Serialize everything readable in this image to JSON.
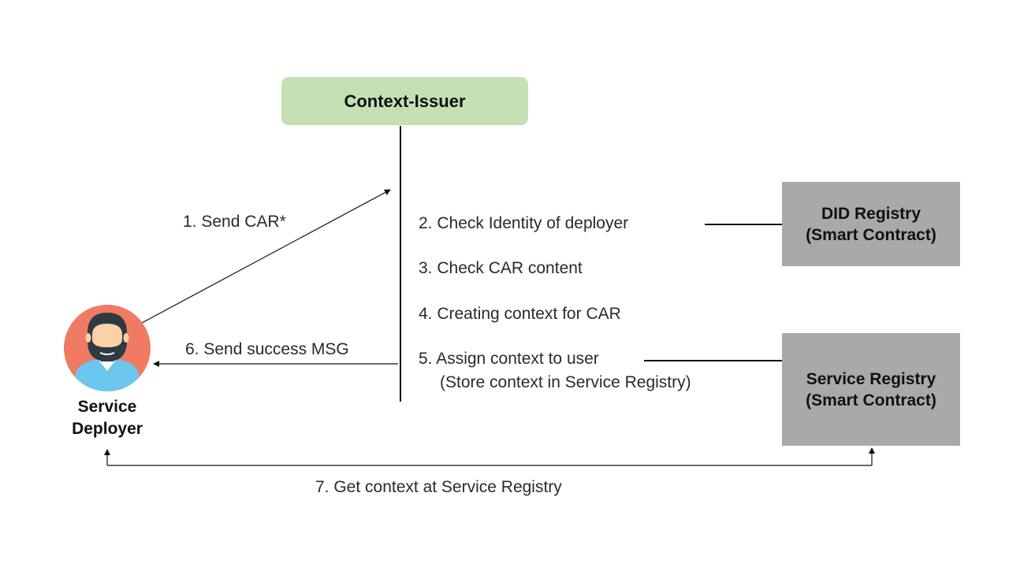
{
  "context_issuer": {
    "label": "Context-Issuer"
  },
  "did_registry": {
    "line1": "DID Registry",
    "line2": "(Smart Contract)"
  },
  "service_registry": {
    "line1": "Service Registry",
    "line2": "(Smart Contract)"
  },
  "service_deployer": {
    "line1": "Service",
    "line2": "Deployer",
    "avatar_icon": "person-avatar-icon"
  },
  "steps": {
    "send_car": "1. Send CAR*",
    "check_identity": "2. Check Identity of deployer",
    "check_content": "3. Check CAR content",
    "create_context": "4. Creating context for CAR",
    "assign_context": "5. Assign context to user",
    "assign_context_note": "(Store context in Service Registry)",
    "send_success": "6. Send success MSG",
    "get_context": "7. Get context at Service Registry"
  },
  "colors": {
    "issuer_fill": "#c5e0b4",
    "registry_fill": "#aba8a8",
    "avatar_background": "#f07a62",
    "avatar_shirt": "#6cc6ee"
  }
}
